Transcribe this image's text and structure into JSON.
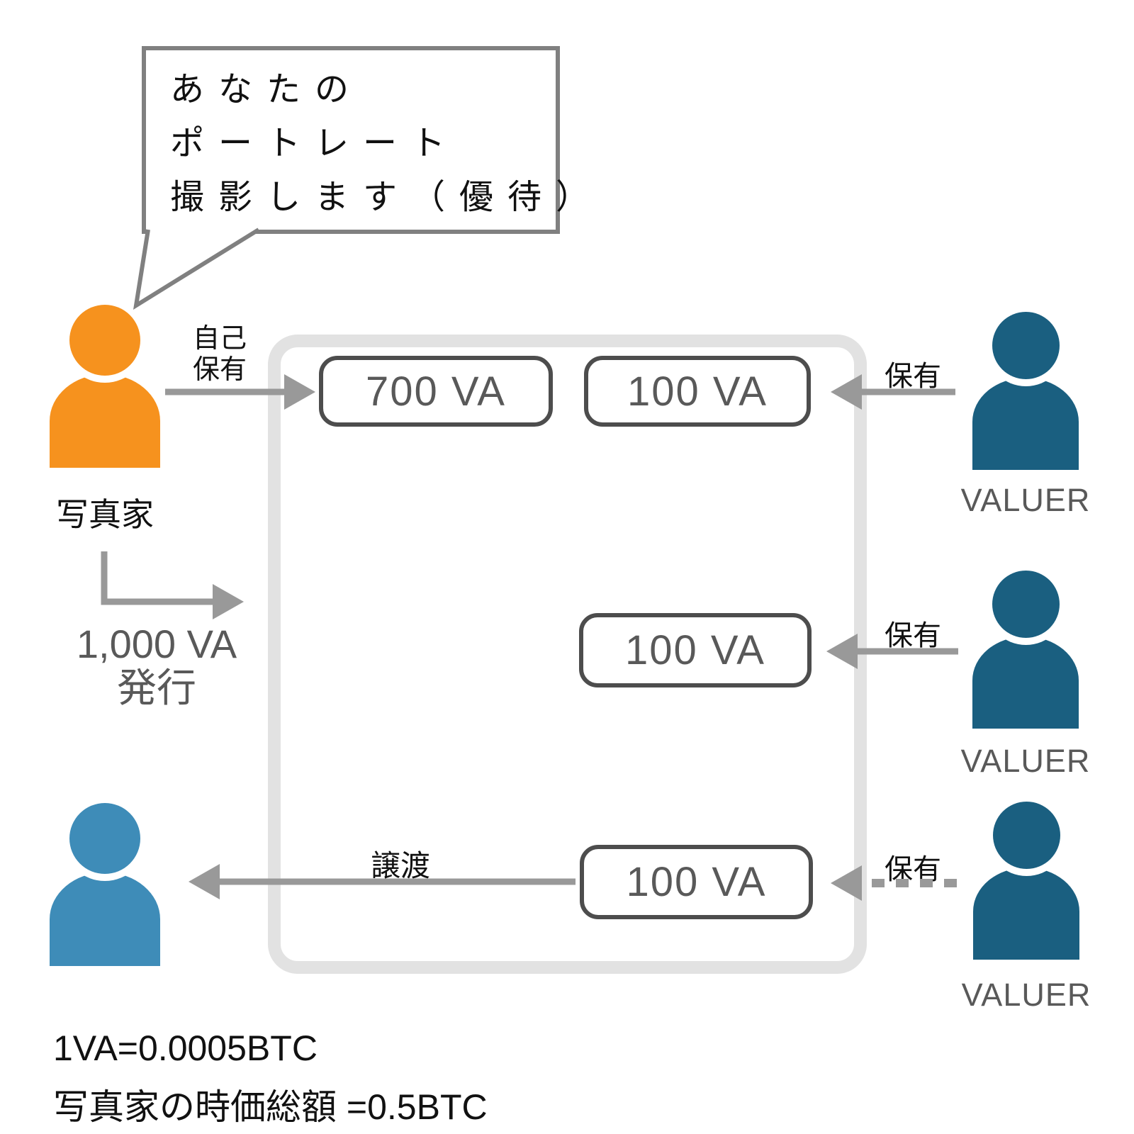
{
  "colors": {
    "photographer_orange": "#F6921E",
    "valuer_teal": "#1A5F80",
    "receiver_blue": "#3E8CB8",
    "arrow_gray": "#999999",
    "container_border_gray": "#E2E2E2",
    "box_border_dark": "#4D4D4D",
    "muted_text_gray": "#595959",
    "bubble_border_gray": "#808080"
  },
  "speech_bubble": {
    "lines": [
      "あなたの",
      "ポートレート",
      "撮影します（優待）"
    ]
  },
  "photographer": {
    "label": "写真家"
  },
  "issuance": {
    "amount": "1,000 VA",
    "action": "発行"
  },
  "labels": {
    "self_hold_line1": "自己",
    "self_hold_line2": "保有",
    "hold_top": "保有",
    "hold_middle": "保有",
    "hold_bottom": "保有",
    "transfer": "譲渡"
  },
  "tokens": {
    "self_box": "700 VA",
    "valuer1_box": "100 VA",
    "valuer2_box": "100 VA",
    "valuer3_box": "100 VA"
  },
  "valuers": [
    {
      "label": "VALUER"
    },
    {
      "label": "VALUER"
    },
    {
      "label": "VALUER"
    }
  ],
  "footer": {
    "rate": "1VA=0.0005BTC",
    "market_cap": "写真家の時価総額 =0.5BTC"
  }
}
